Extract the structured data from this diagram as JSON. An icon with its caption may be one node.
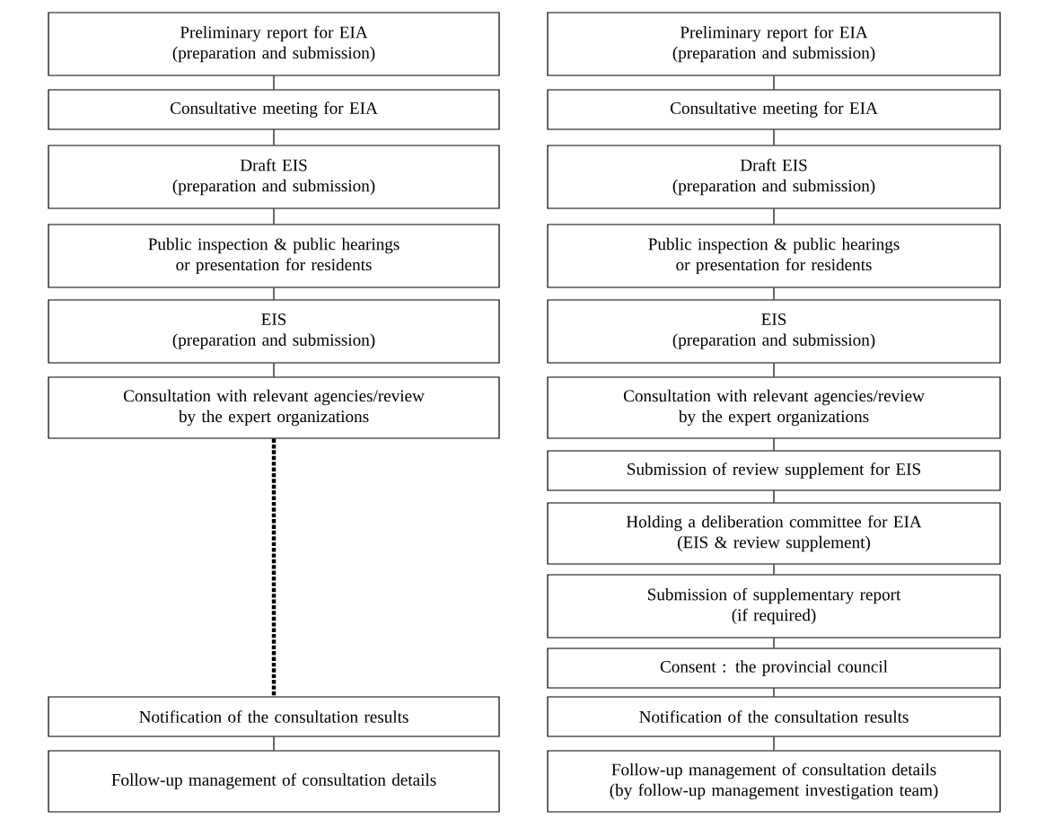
{
  "diagram": {
    "nodes": [
      {
        "text": [
          "Preliminary report for EIA",
          "(preparation and submission)"
        ]
      },
      {
        "text": [
          "Consultative meeting for EIA"
        ]
      },
      {
        "text": [
          "Draft EIS",
          "(preparation and submission)"
        ]
      },
      {
        "text": [
          "Public inspection & public hearings or presentation for residents"
        ]
      },
      {
        "text": [
          "EIS",
          "(preparation and submission)"
        ]
      },
      {
        "text": [
          "Consultation with relevant agencies/review by the expert organizations"
        ]
      },
      {
        "text": [
          "Notification of the consultation results"
        ]
      },
      {
        "text": [
          "Follow-up management of consultation details"
        ]
      },
      {
        "text": [
          "Preliminary report for EIA",
          "(preparation and submission)"
        ]
      },
      {
        "text": [
          "Consultative meeting for EIA"
        ]
      },
      {
        "text": [
          "Draft EIS",
          "(preparation and submission)"
        ]
      },
      {
        "text": [
          "Public inspection & public hearings or presentation for residents"
        ]
      },
      {
        "text": [
          "EIS",
          "(preparation and submission)"
        ]
      },
      {
        "text": [
          "Consultation with relevant agencies/review by the expert organizations"
        ]
      },
      {
        "text": [
          "Submission of review supplement for EIS"
        ]
      },
      {
        "text": [
          "Holding a deliberation committee for EIA",
          "(EIS & review supplement)"
        ]
      },
      {
        "text": [
          "Submission of supplementary report",
          "(if required)"
        ]
      },
      {
        "text": [
          "Consent : the provincial council"
        ]
      },
      {
        "text": [
          "Notification of the consultation results"
        ]
      },
      {
        "text": [
          "Follow-up management of consultation details",
          "(by follow-up management investigation team)"
        ]
      }
    ],
    "edges": [
      {
        "from": 0,
        "to": 1,
        "arrow": "none"
      },
      {
        "from": 1,
        "to": 2,
        "arrow": "none"
      },
      {
        "from": 2,
        "to": 3,
        "arrow": "none"
      },
      {
        "from": 3,
        "to": 4,
        "arrow": "none"
      },
      {
        "from": 4,
        "to": 5,
        "arrow": "none"
      },
      {
        "from": 5,
        "to": 6,
        "arrow": "none",
        "style": "dashed"
      },
      {
        "from": 6,
        "to": 7,
        "arrow": "none"
      },
      {
        "from": 8,
        "to": 9,
        "arrow": "none"
      },
      {
        "from": 9,
        "to": 10,
        "arrow": "none"
      },
      {
        "from": 10,
        "to": 11,
        "arrow": "none"
      },
      {
        "from": 11,
        "to": 12,
        "arrow": "none"
      },
      {
        "from": 12,
        "to": 13,
        "arrow": "none"
      },
      {
        "from": 13,
        "to": 14,
        "arrow": "none"
      },
      {
        "from": 14,
        "to": 15,
        "arrow": "none"
      },
      {
        "from": 15,
        "to": 16,
        "arrow": "none"
      },
      {
        "from": 16,
        "to": 17,
        "arrow": "none"
      },
      {
        "from": 17,
        "to": 18,
        "arrow": "none"
      },
      {
        "from": 18,
        "to": 19,
        "arrow": "none"
      }
    ]
  }
}
